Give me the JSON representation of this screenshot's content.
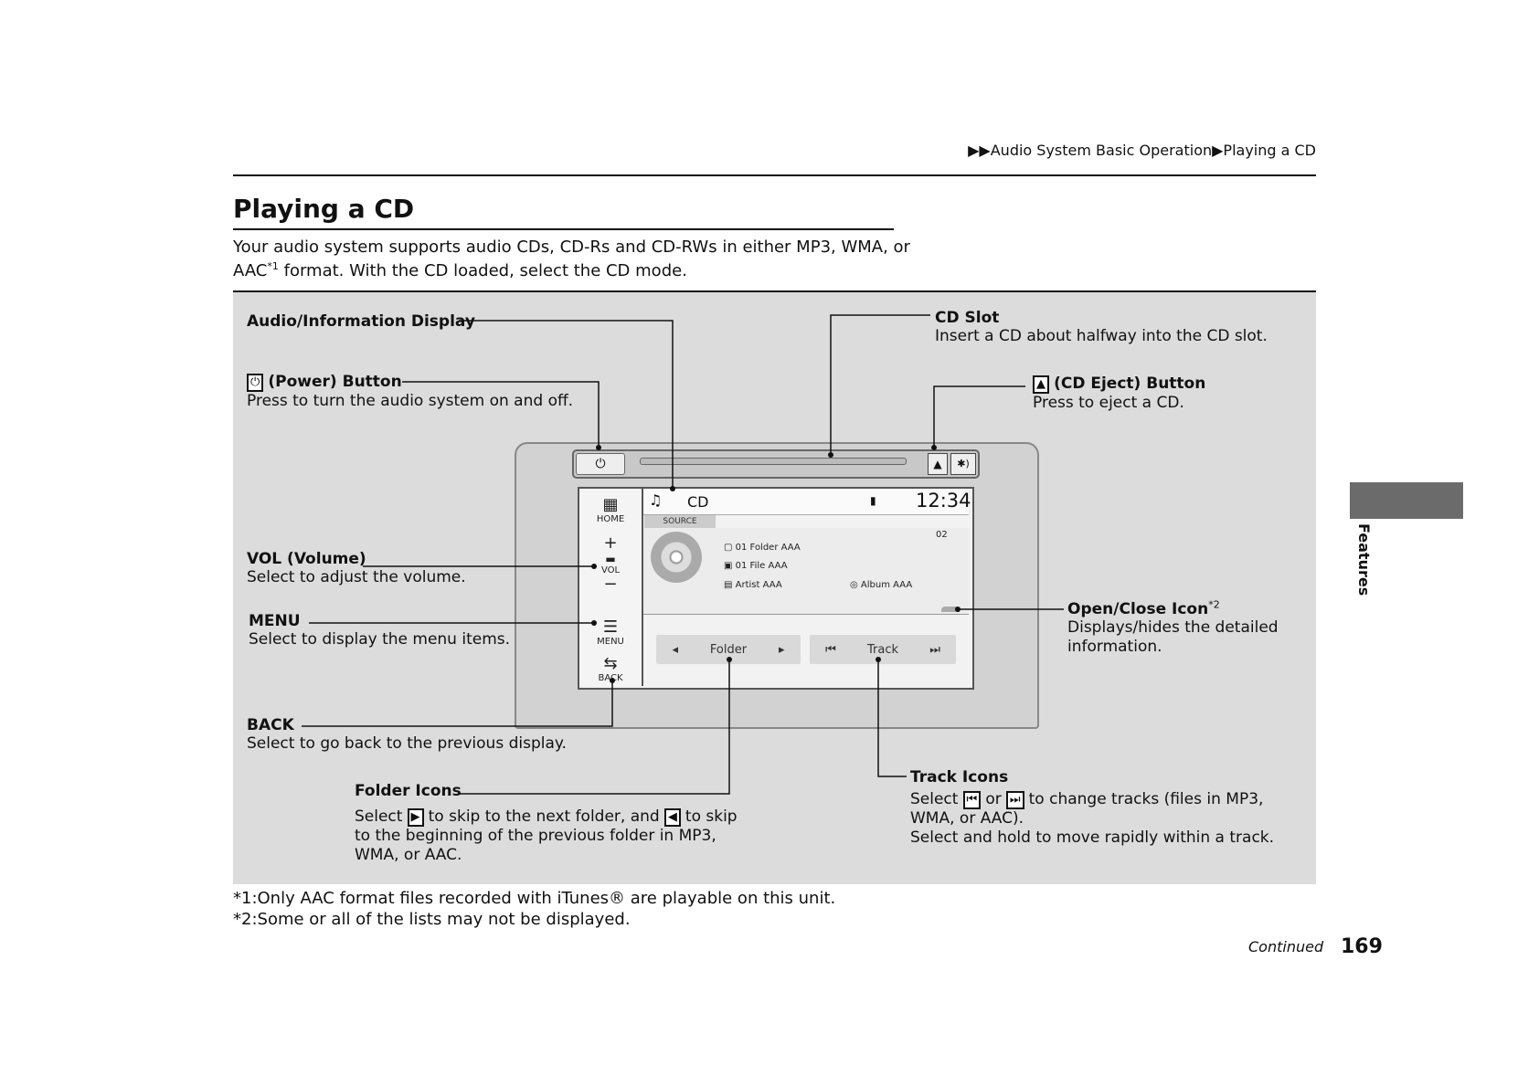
{
  "breadcrumb": "▶▶Audio System Basic Operation▶Playing a CD",
  "title": "Playing a CD",
  "intro_line1": "Your audio system supports audio CDs, CD-Rs and CD-RWs in either MP3, WMA, or",
  "intro_line2_a": "AAC",
  "intro_line2_sup": "*1",
  "intro_line2_b": " format. With the CD loaded, select the CD mode.",
  "callouts": {
    "audio_display": "Audio/Information Display",
    "power_label": "(Power) Button",
    "power_desc": "Press to turn the audio system on and off.",
    "cd_slot_label": "CD Slot",
    "cd_slot_desc": "Insert a CD about halfway into the CD slot.",
    "eject_label": "(CD Eject) Button",
    "eject_desc": "Press to eject a CD.",
    "vol_label": "VOL (Volume)",
    "vol_desc": "Select to adjust the volume.",
    "menu_label": "MENU",
    "menu_desc": "Select to display the menu items.",
    "openclose_label": "Open/Close Icon",
    "openclose_sup": "*2",
    "openclose_desc1": "Displays/hides the detailed",
    "openclose_desc2": "information.",
    "back_label": "BACK",
    "back_desc": "Select to go back to the previous display.",
    "folder_label": "Folder Icons",
    "folder_desc_a": "Select",
    "folder_desc_b": "to skip to the next folder, and",
    "folder_desc_c": "to skip",
    "folder_desc2": "to the beginning of the previous folder in MP3,",
    "folder_desc3": "WMA, or AAC.",
    "track_label": "Track Icons",
    "track_desc_a": "Select",
    "track_desc_or": "or",
    "track_desc_b": "to change tracks (files in MP3,",
    "track_desc2": "WMA, or AAC).",
    "track_desc3": "Select and hold to move rapidly within a track."
  },
  "screen": {
    "mode": "CD",
    "clock": "12:34",
    "source_tab": "SOURCE",
    "track_no": "02",
    "folder_name": "01 Folder AAA",
    "file_name": "01 File AAA",
    "artist": "Artist AAA",
    "album": "Album AAA",
    "home": "HOME",
    "vol": "VOL",
    "menu": "MENU",
    "back": "BACK",
    "folder_ctrl": "Folder",
    "track_ctrl": "Track"
  },
  "side_tab": "Features",
  "footnote1": "*1:Only AAC format files recorded with iTunes® are playable on this unit.",
  "footnote2": "*2:Some or all of the lists may not be displayed.",
  "continued": "Continued",
  "page_number": "169",
  "icons": [
    "power-icon",
    "eject-icon",
    "next-folder-icon",
    "prev-folder-icon",
    "skip-back-icon",
    "skip-forward-icon",
    "cd-disc-icon",
    "music-note-icon",
    "home-grid-icon",
    "back-arrow-icon"
  ],
  "colors": {
    "panel": "#dcdcdc",
    "tab": "#6b6b6b"
  }
}
